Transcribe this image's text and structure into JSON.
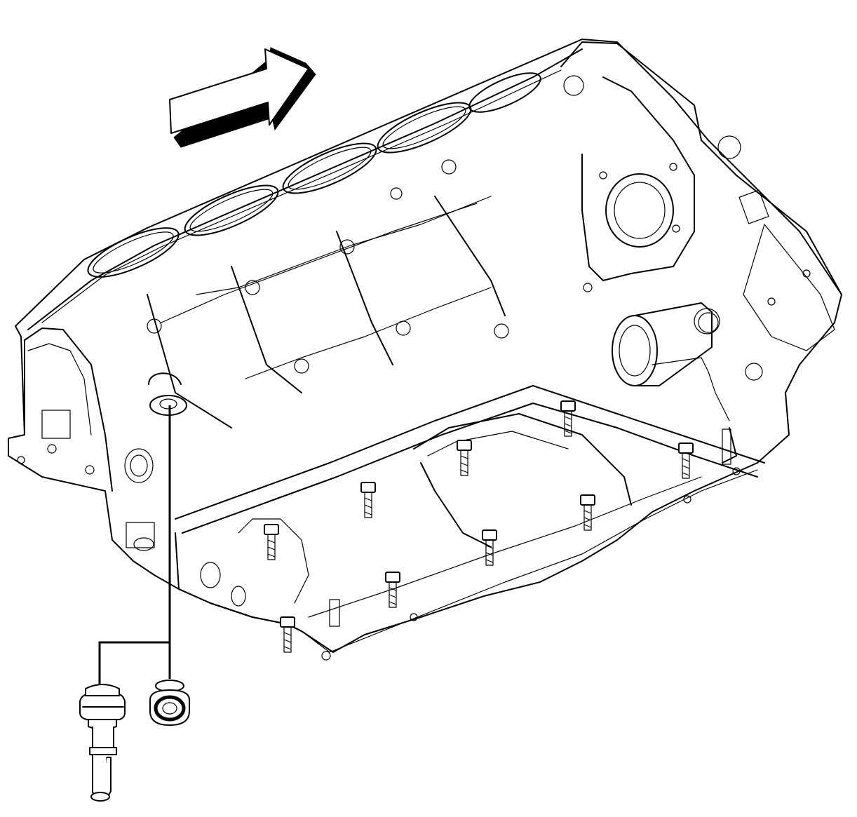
{
  "diagram": {
    "colors": {
      "line": "#000000",
      "background": "#ffffff"
    },
    "elements": [
      "direction-arrow",
      "engine-block",
      "cylinder-bank",
      "rear-flange",
      "crankshaft-stub",
      "oil-pan-rail",
      "main-cap-bolts",
      "plug-location",
      "leader-line",
      "plug-with-stem",
      "plug-cap"
    ]
  }
}
